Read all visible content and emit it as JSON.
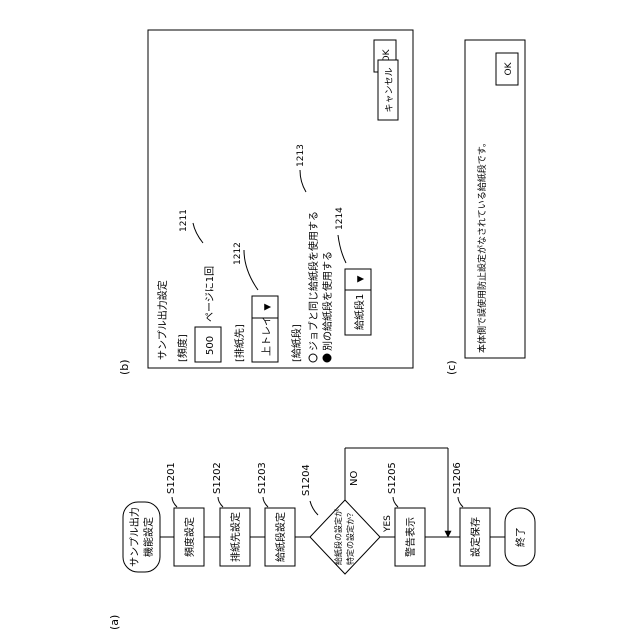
{
  "panel_a": {
    "label": "(a)",
    "start": [
      "サンプル出力",
      "機能設定"
    ],
    "steps": {
      "s1201": {
        "id": "S1201",
        "text": "頻度設定"
      },
      "s1202": {
        "id": "S1202",
        "text": "排紙先設定"
      },
      "s1203": {
        "id": "S1203",
        "text": "給紙段設定"
      },
      "s1204": {
        "id": "S1204",
        "text": [
          "給紙段の設定が",
          "特定の設定か？"
        ]
      },
      "s1205": {
        "id": "S1205",
        "text": "警告表示"
      },
      "s1206": {
        "id": "S1206",
        "text": "設定保存"
      }
    },
    "yes_label": "YES",
    "no_label": "NO",
    "end": "終了"
  },
  "panel_b": {
    "label": "(b)",
    "title": "サンプル出力設定",
    "ok_label": "OK",
    "cancel_label": "キャンセル",
    "frequency": {
      "label": "[頻度]",
      "value": "500",
      "suffix": "ページに1回",
      "ref": "1211"
    },
    "output": {
      "label": "[排紙先]",
      "value": "上トレイ",
      "ref": "1212"
    },
    "paper_source": {
      "label": "[給紙段]",
      "option_same": "ジョブと同じ給紙段を使用する",
      "option_other": "別の給紙段を使用する",
      "selected": "別の給紙段を使用する",
      "ref": "1213",
      "value": "給紙段1",
      "select_ref": "1214"
    },
    "dropdown_arrow": "▼"
  },
  "panel_c": {
    "label": "(c)",
    "message": "本体側で誤使用防止設定がなされている給紙段です。",
    "ok_label": "OK"
  }
}
